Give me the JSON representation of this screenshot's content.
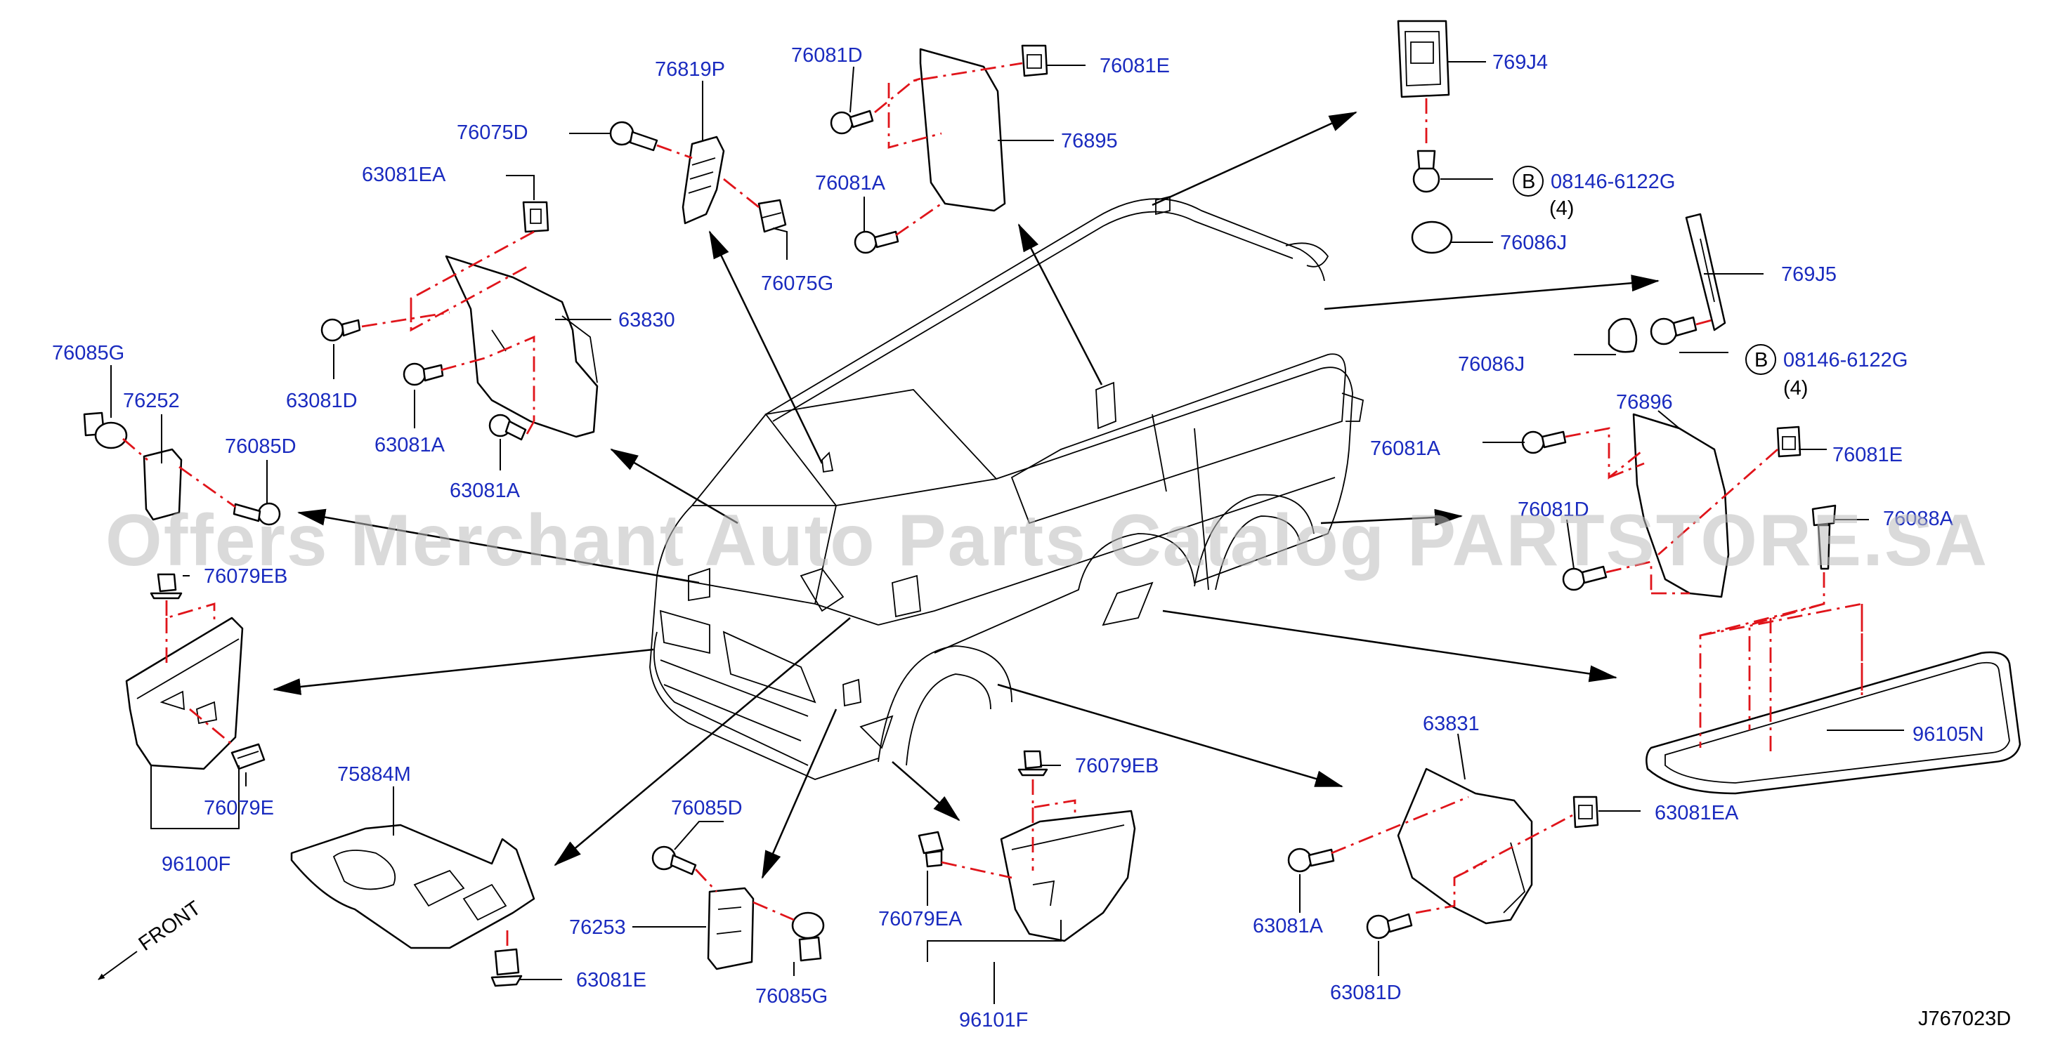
{
  "labels": {
    "l_76819P": "76819P",
    "l_76075D": "76075D",
    "l_63081EA_tl": "63081EA",
    "l_63830": "63830",
    "l_63081D_tl": "63081D",
    "l_63081A_tl1": "63081A",
    "l_63081A_tl2": "63081A",
    "l_76075G": "76075G",
    "l_76081D_top": "76081D",
    "l_76081E_top": "76081E",
    "l_76895": "76895",
    "l_76081A_top": "76081A",
    "l_769J4": "769J4",
    "l_08146_1": "08146-6122G",
    "l_qty_1": "(4)",
    "l_76086J_1": "76086J",
    "l_769J5": "769J5",
    "l_76086J_2": "76086J",
    "l_08146_2": "08146-6122G",
    "l_qty_2": "(4)",
    "l_76896": "76896",
    "l_76081A_right": "76081A",
    "l_76081E_right": "76081E",
    "l_76081D_right": "76081D",
    "l_76088A": "76088A",
    "l_96105N": "96105N",
    "l_76085G_left": "76085G",
    "l_76252": "76252",
    "l_76085D_left": "76085D",
    "l_76079EB_left": "76079EB",
    "l_76079E": "76079E",
    "l_96100F": "96100F",
    "l_75884M": "75884M",
    "l_63081E": "63081E",
    "l_76085D_mid": "76085D",
    "l_76253": "76253",
    "l_76085G_mid": "76085G",
    "l_76079EB_mid": "76079EB",
    "l_76079EA": "76079EA",
    "l_96101F": "96101F",
    "l_63831": "63831",
    "l_63081EA_br": "63081EA",
    "l_63081A_br": "63081A",
    "l_63081D_br": "63081D",
    "diagram_code": "J767023D",
    "front": "FRONT",
    "bolt_marker": "B"
  },
  "watermark": "Offers Merchant Auto Parts Catalog PARTSTORE.SA",
  "colors": {
    "label": "#1a2bbf",
    "dashed_leader": "#e0141a",
    "line": "#000000",
    "watermark": "#bdbdbd"
  }
}
